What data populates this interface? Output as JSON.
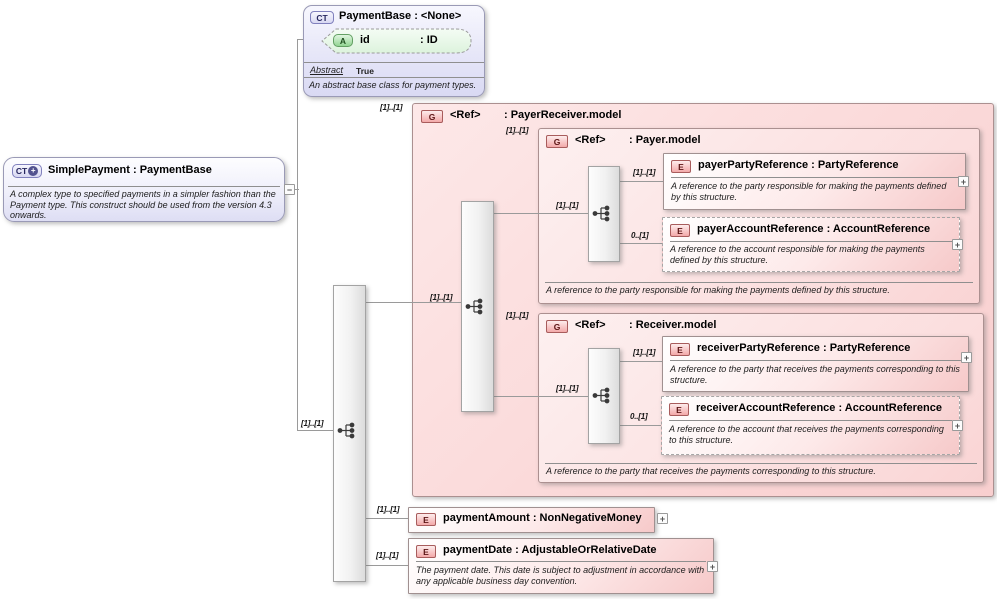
{
  "payment_base": {
    "badge": "CT",
    "title": "PaymentBase : <None>",
    "attribute": {
      "badge": "A",
      "name": "id",
      "type": ": ID"
    },
    "abstract_label": "Abstract",
    "abstract_value": "True",
    "description": "An abstract base class for payment types."
  },
  "simple_payment": {
    "badge": "CT",
    "plus_glyph": "+",
    "collapse_glyph": "−",
    "title": "SimplePayment : PaymentBase",
    "description": "A complex type to specified payments in a simpler fashion than the Payment type. This construct should be used from the version 4.3 onwards."
  },
  "root_sequence": {
    "cardinality": "[1]..[1]"
  },
  "payer_receiver_group": {
    "badge": "G",
    "name": "<Ref>",
    "type": ": PayerReceiver.model",
    "cardinality": "[1]..[1]",
    "sequence": {
      "cardinality": "[1]..[1]"
    },
    "payer_group": {
      "badge": "G",
      "name": "<Ref>",
      "type": ": Payer.model",
      "cardinality": "[1]..[1]",
      "sequence": {
        "cardinality": "[1]..[1]"
      },
      "party_element": {
        "badge": "E",
        "title": "payerPartyReference : PartyReference",
        "cardinality": "[1]..[1]",
        "description": "A reference to the party responsible for making the payments defined by this structure.",
        "expand_glyph": "+"
      },
      "account_element": {
        "badge": "E",
        "title": "payerAccountReference : AccountReference",
        "cardinality": "0..[1]",
        "description": "A reference to the account responsible for making the payments defined by this structure.",
        "expand_glyph": "+"
      },
      "description": "A reference to the party responsible for making the payments defined by this structure."
    },
    "receiver_group": {
      "badge": "G",
      "name": "<Ref>",
      "type": ": Receiver.model",
      "cardinality": "[1]..[1]",
      "sequence": {
        "cardinality": "[1]..[1]"
      },
      "party_element": {
        "badge": "E",
        "title": "receiverPartyReference : PartyReference",
        "cardinality": "[1]..[1]",
        "description": "A reference to the party that receives the payments corresponding to this structure.",
        "expand_glyph": "+"
      },
      "account_element": {
        "badge": "E",
        "title": "receiverAccountReference : AccountReference",
        "cardinality": "0..[1]",
        "description": "A reference to the account that receives the payments corresponding to this structure.",
        "expand_glyph": "+"
      },
      "description": "A reference to the party that receives the payments corresponding to this structure."
    }
  },
  "payment_amount_element": {
    "badge": "E",
    "title": "paymentAmount : NonNegativeMoney",
    "cardinality": "[1]..[1]",
    "expand_glyph": "+"
  },
  "payment_date_element": {
    "badge": "E",
    "title": "paymentDate : AdjustableOrRelativeDate",
    "cardinality": "[1]..[1]",
    "description": "The payment date. This date is subject to adjustment in accordance with any applicable business day convention.",
    "expand_glyph": "+"
  },
  "colors": {
    "group_fill": "#fbd9d9",
    "nested_group_fill": "#fdecec",
    "element_fill_end": "#f6c9c9",
    "complextype_fill_end": "#dcdcf4",
    "attribute_fill": "#eaf9ea",
    "badge_red_border": "#a85c5c",
    "badge_purple_border": "#8080bd",
    "badge_green_border": "#63a063",
    "line": "#999999"
  }
}
